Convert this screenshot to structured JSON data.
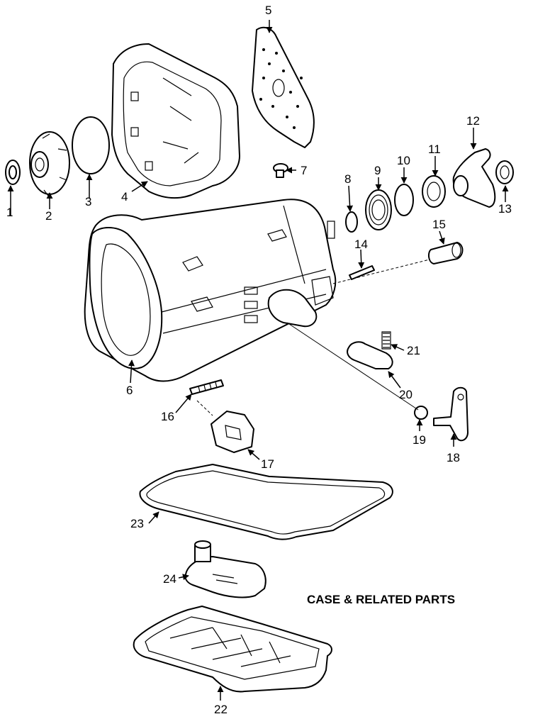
{
  "title": "CASE & RELATED PARTS",
  "callouts": [
    "1",
    "2",
    "3",
    "4",
    "5",
    "6",
    "7",
    "8",
    "9",
    "10",
    "11",
    "12",
    "13",
    "14",
    "15",
    "16",
    "17",
    "18",
    "19",
    "20",
    "21",
    "22",
    "23",
    "24"
  ]
}
